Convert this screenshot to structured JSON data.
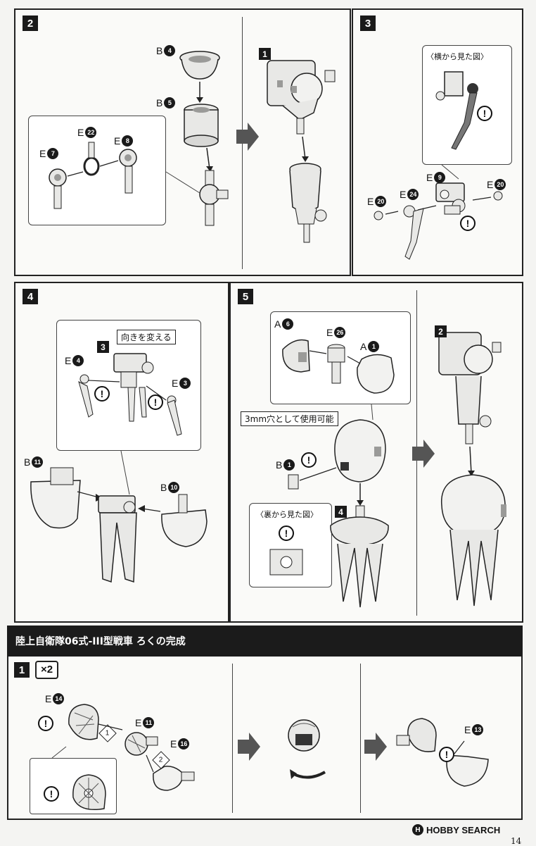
{
  "steps": {
    "s2": "2",
    "s3": "3",
    "s4": "4",
    "s5": "5",
    "s1": "1"
  },
  "sub_badges": {
    "p2_sub": "1",
    "p4_sub": "3",
    "p5_sub_lower": "4",
    "p5_sub_right": "2"
  },
  "labels": {
    "b4": {
      "letter": "B",
      "num": "4"
    },
    "b5": {
      "letter": "B",
      "num": "5"
    },
    "e22": {
      "letter": "E",
      "num": "22"
    },
    "e8": {
      "letter": "E",
      "num": "8"
    },
    "e7": {
      "letter": "E",
      "num": "7"
    },
    "e9": {
      "letter": "E",
      "num": "9"
    },
    "e20a": {
      "letter": "E",
      "num": "20"
    },
    "e20b": {
      "letter": "E",
      "num": "20"
    },
    "e24": {
      "letter": "E",
      "num": "24"
    },
    "e4": {
      "letter": "E",
      "num": "4"
    },
    "e3": {
      "letter": "E",
      "num": "3"
    },
    "b11": {
      "letter": "B",
      "num": "11"
    },
    "b10": {
      "letter": "B",
      "num": "10"
    },
    "a6": {
      "letter": "A",
      "num": "6"
    },
    "e26": {
      "letter": "E",
      "num": "26"
    },
    "a1": {
      "letter": "A",
      "num": "1"
    },
    "b1": {
      "letter": "B",
      "num": "1"
    },
    "e14": {
      "letter": "E",
      "num": "14"
    },
    "e11": {
      "letter": "E",
      "num": "11"
    },
    "e16": {
      "letter": "E",
      "num": "16"
    },
    "e13": {
      "letter": "E",
      "num": "13"
    }
  },
  "notes": {
    "side_view": "〈横から見た図〉",
    "change_direction": "向きを変える",
    "hole_3mm": "3mm穴として使用可能",
    "back_view": "〈裏から見た図〉"
  },
  "warn_symbol": "!",
  "section_title": "陸上自衛隊06式-III型戦車 ろくの完成",
  "multiplier": "×2",
  "sequence": [
    "1",
    "2"
  ],
  "brand": {
    "logo": "HOBBY SEARCH",
    "symbol": "H"
  },
  "page_number": "14",
  "colors": {
    "ink": "#1a1a1a",
    "paper": "#fafaf8",
    "bar": "#1b1b1b",
    "part_fill": "#e8e8e6",
    "part_shade": "#9a9a98"
  }
}
